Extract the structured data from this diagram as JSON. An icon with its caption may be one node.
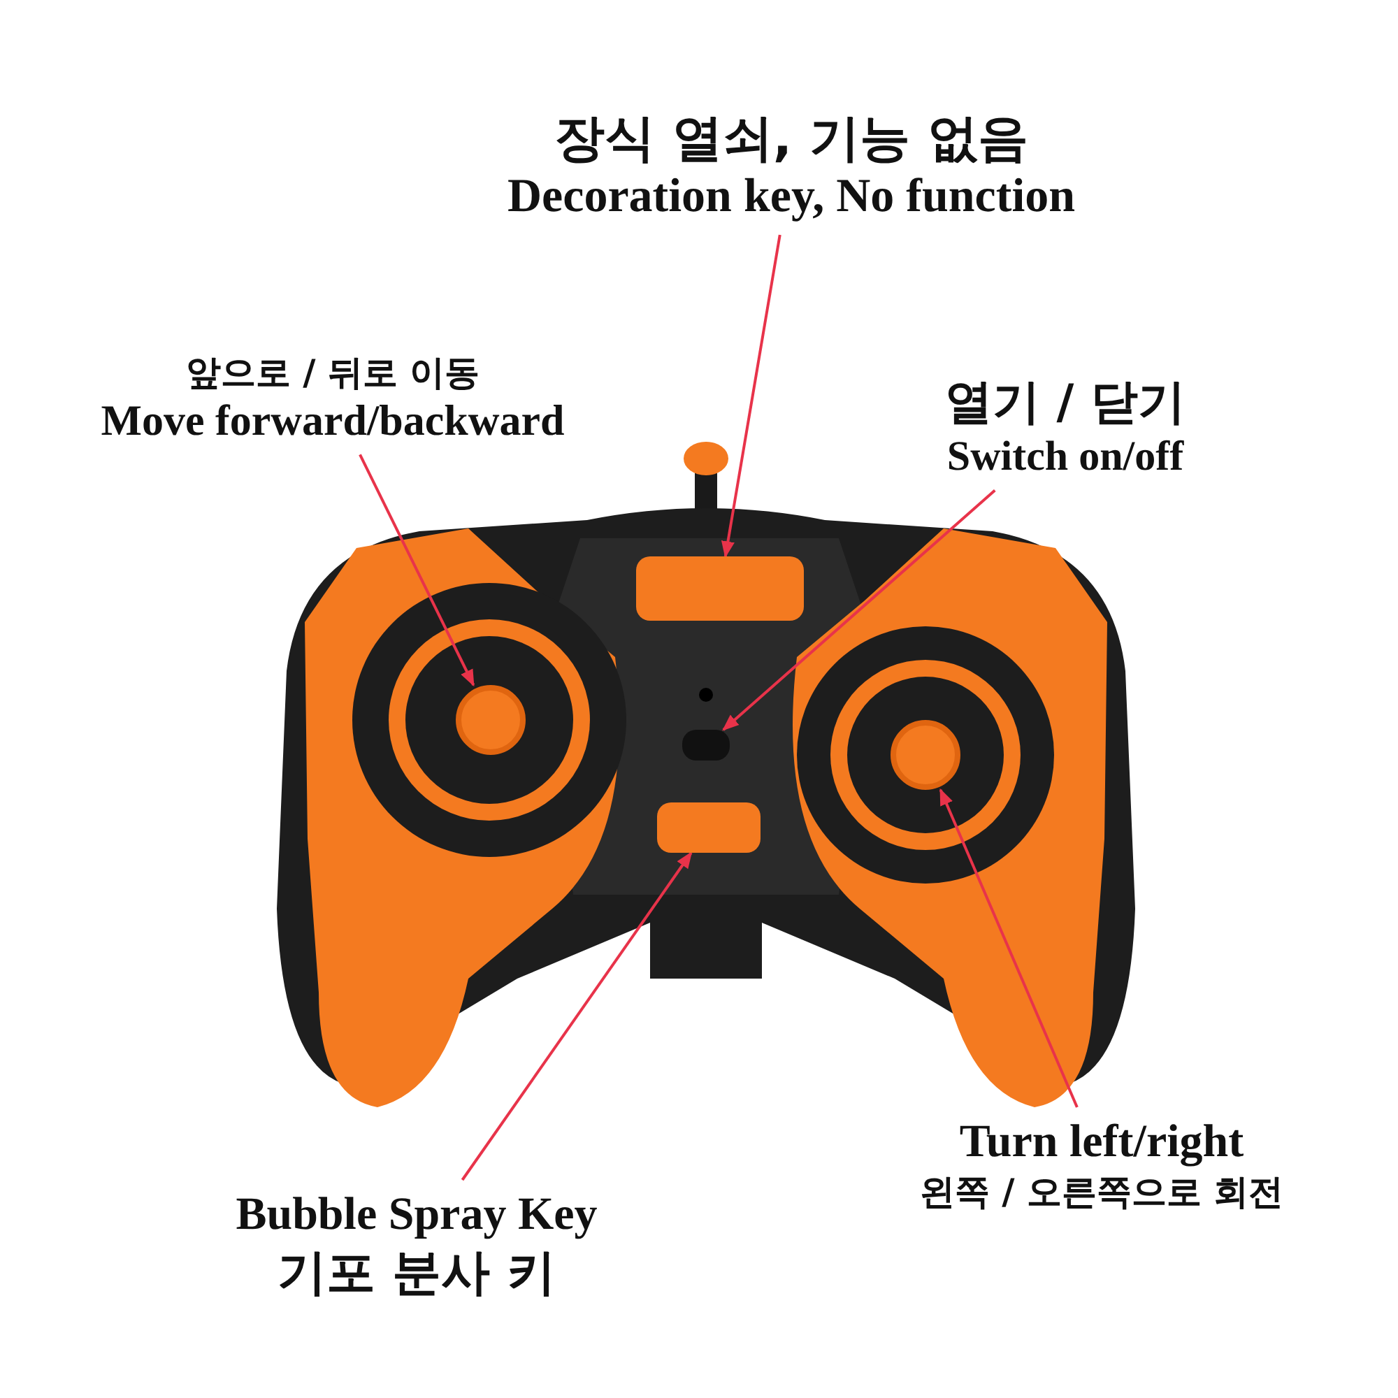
{
  "diagram": {
    "nodes": [
      {
        "text": [
          "장식 열쇠, 기능 없음",
          "Decoration key, No function"
        ]
      },
      {
        "text": [
          "앞으로 / 뒤로 이동",
          "Move forward/backward"
        ]
      },
      {
        "text": [
          "열기 / 닫기",
          "Switch on/off"
        ]
      },
      {
        "text": [
          "Turn left/right",
          "왼쪽 / 오른쪽으로 회전"
        ]
      },
      {
        "text": [
          "Bubble Spray Key",
          "기포 분사 키"
        ]
      },
      {
        "text": [],
        "shape": "circle"
      },
      {
        "text": [],
        "shape": "box"
      },
      {
        "text": [],
        "shape": "box"
      },
      {
        "text": [],
        "shape": "box"
      },
      {
        "text": [],
        "shape": "circle"
      }
    ],
    "edges": [
      {
        "from": 0,
        "to": 6,
        "arrow": "to"
      },
      {
        "from": 1,
        "to": 5,
        "arrow": "to"
      },
      {
        "from": 2,
        "to": 7,
        "arrow": "to"
      },
      {
        "from": 3,
        "to": 9,
        "arrow": "to"
      },
      {
        "from": 4,
        "to": 8,
        "arrow": "to"
      }
    ]
  }
}
